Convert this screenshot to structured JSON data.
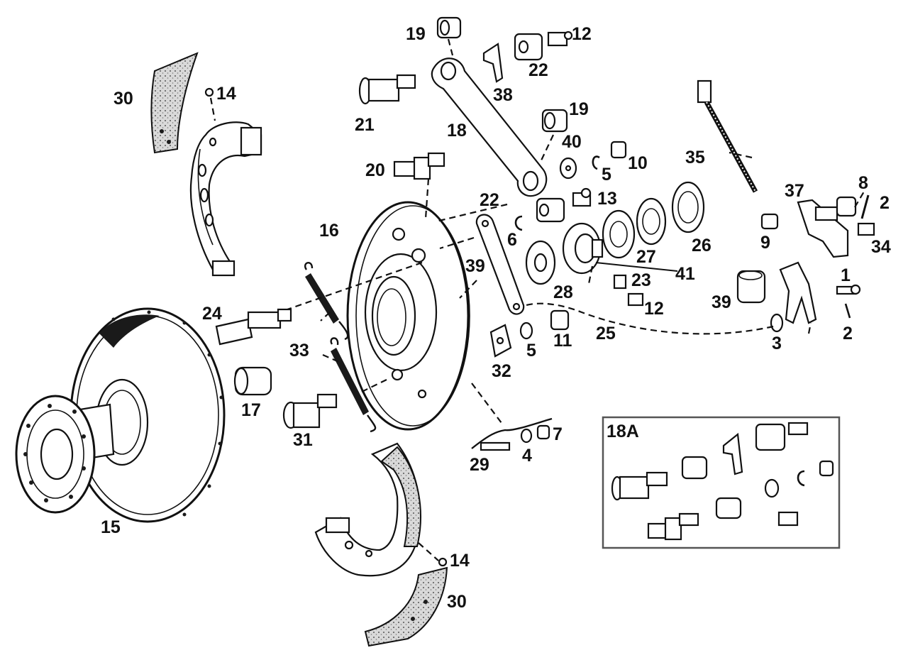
{
  "labels": {
    "l1": "1",
    "l2a": "2",
    "l2b": "2",
    "l3": "3",
    "l4": "4",
    "l5a": "5",
    "l5b": "5",
    "l6": "6",
    "l7": "7",
    "l8": "8",
    "l9": "9",
    "l10": "10",
    "l11": "11",
    "l12a": "12",
    "l12b": "12",
    "l13": "13",
    "l14a": "14",
    "l14b": "14",
    "l15": "15",
    "l16": "16",
    "l17": "17",
    "l18": "18",
    "l18a": "18A",
    "l19a": "19",
    "l19b": "19",
    "l20": "20",
    "l21": "21",
    "l22a": "22",
    "l22b": "22",
    "l23": "23",
    "l24": "24",
    "l25": "25",
    "l26": "26",
    "l27": "27",
    "l28": "28",
    "l29": "29",
    "l30a": "30",
    "l30b": "30",
    "l31": "31",
    "l32": "32",
    "l33": "33",
    "l34": "34",
    "l35": "35",
    "l37": "37",
    "l38": "38",
    "l39a": "39",
    "l39b": "39",
    "l40": "40",
    "l41": "41"
  },
  "colors": {
    "ink": "#111111",
    "paper": "#ffffff",
    "inset_border": "#555555"
  }
}
